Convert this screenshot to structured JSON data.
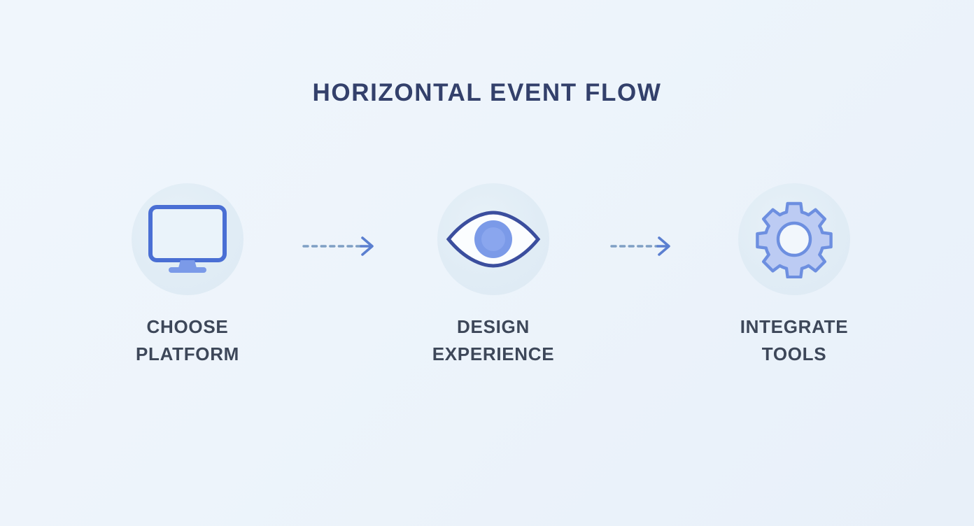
{
  "page": {
    "title": "HORIZONTAL EVENT FLOW",
    "background_color": "#eff5fb",
    "title_color": "#33406b",
    "label_color": "#3d4759",
    "circle_color": "#e2edf5",
    "accent_blue": "#4a6fd4",
    "accent_periwinkle": "#7b9ae8",
    "arrow_dash_color": "#7f9fc4",
    "arrow_head_color": "#5b7fd0"
  },
  "flow": {
    "steps": [
      {
        "id": "choose-platform",
        "icon": "monitor-icon",
        "label": "CHOOSE\nPLATFORM",
        "line1": "CHOOSE",
        "line2": "PLATFORM"
      },
      {
        "id": "design-experience",
        "icon": "eye-icon",
        "label": "DESIGN\nEXPERIENCE",
        "line1": "DESIGN",
        "line2": "EXPERIENCE"
      },
      {
        "id": "integrate-tools",
        "icon": "gear-icon",
        "label": "INTEGRATE\nTOOLS",
        "line1": "INTEGRATE",
        "line2": "TOOLS"
      }
    ],
    "connectors": [
      {
        "id": "connector-1",
        "icon": "dashed-arrow-right-icon",
        "dashes": 8
      },
      {
        "id": "connector-2",
        "icon": "dashed-arrow-right-icon",
        "dashes": 7
      }
    ]
  }
}
